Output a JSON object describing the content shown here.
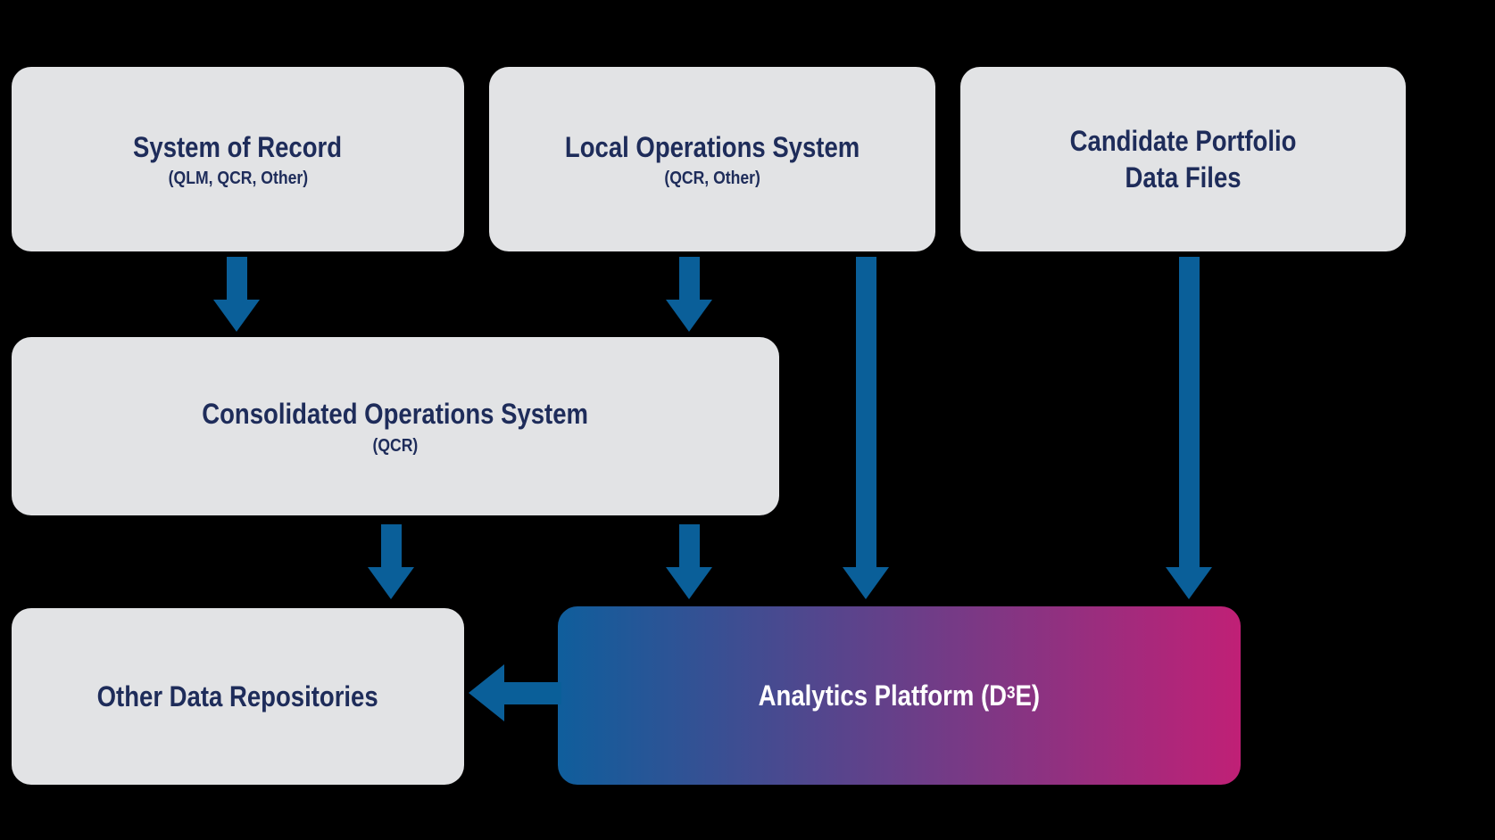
{
  "diagram": {
    "colors": {
      "background": "#000000",
      "box_fill": "#e2e3e5",
      "text_color": "#1e2c5a",
      "arrow_color": "#0a5f99",
      "analytics_gradient_start": "#0f5e9c",
      "analytics_gradient_end": "#c02076",
      "analytics_text_color": "#ffffff"
    },
    "nodes": {
      "system_of_record": {
        "title": "System of Record",
        "subtitle": "(QLM, QCR, Other)"
      },
      "local_operations_system": {
        "title": "Local Operations System",
        "subtitle": "(QCR, Other)"
      },
      "candidate_portfolio": {
        "title": "Candidate Portfolio\nData Files"
      },
      "consolidated_operations_system": {
        "title": "Consolidated Operations System",
        "subtitle": "(QCR)"
      },
      "other_data_repositories": {
        "title": "Other Data Repositories"
      },
      "analytics_platform": {
        "title_pre": "Analytics Platform (D",
        "title_sup": "3",
        "title_post": "E)"
      }
    }
  }
}
